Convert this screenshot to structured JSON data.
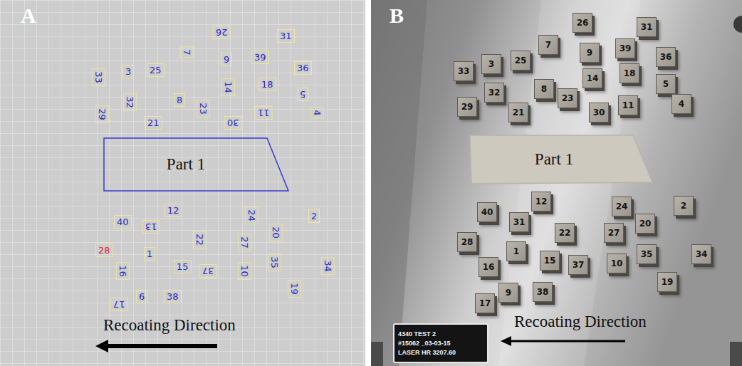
{
  "diagram": {
    "nodes": [
      {
        "text": [
          "Part 1"
        ]
      },
      {
        "text": [
          "26"
        ]
      },
      {
        "text": [
          "31"
        ]
      },
      {
        "text": [
          "7"
        ]
      },
      {
        "text": [
          "9"
        ]
      },
      {
        "text": [
          "39"
        ]
      },
      {
        "text": [
          "36"
        ]
      },
      {
        "text": [
          "33"
        ]
      },
      {
        "text": [
          "3"
        ]
      },
      {
        "text": [
          "25"
        ]
      },
      {
        "text": [
          "14"
        ]
      },
      {
        "text": [
          "18"
        ]
      },
      {
        "text": [
          "5"
        ]
      },
      {
        "text": [
          "8"
        ]
      },
      {
        "text": [
          "32"
        ]
      },
      {
        "text": [
          "23"
        ]
      },
      {
        "text": [
          "4"
        ]
      },
      {
        "text": [
          "29"
        ]
      },
      {
        "text": [
          "11"
        ]
      },
      {
        "text": [
          "21"
        ]
      },
      {
        "text": [
          "30"
        ]
      },
      {
        "text": [
          "Part 1"
        ]
      },
      {
        "text": [
          "24"
        ]
      },
      {
        "text": [
          "12"
        ]
      },
      {
        "text": [
          "2"
        ]
      },
      {
        "text": [
          "40"
        ]
      },
      {
        "text": [
          "31"
        ]
      },
      {
        "text": [
          "20"
        ]
      },
      {
        "text": [
          "22"
        ]
      },
      {
        "text": [
          "27"
        ]
      },
      {
        "text": [
          "28"
        ]
      },
      {
        "text": [
          "1"
        ]
      },
      {
        "text": [
          "35"
        ]
      },
      {
        "text": [
          "34"
        ]
      },
      {
        "text": [
          "15"
        ]
      },
      {
        "text": [
          "37"
        ]
      },
      {
        "text": [
          "10"
        ]
      },
      {
        "text": [
          "16"
        ]
      },
      {
        "text": [
          "19"
        ]
      },
      {
        "text": [
          "9"
        ]
      },
      {
        "text": [
          "38"
        ]
      },
      {
        "text": [
          "17"
        ]
      },
      {
        "text": [
          "4340 TEST 2",
          "#15062 _03-03-15",
          "LASER HR 3207.60"
        ]
      }
    ],
    "labels": [
      "A",
      "26",
      "31",
      "7",
      "9",
      "39",
      "33",
      "3",
      "25",
      "36",
      "14",
      "18",
      "8",
      "32",
      "23",
      "5",
      "29",
      "21",
      "30",
      "11",
      "4",
      "40",
      "12",
      "13",
      "24",
      "2",
      "22",
      "20",
      "27",
      "28",
      "1",
      "15",
      "37",
      "10",
      "35",
      "34",
      "16",
      "19",
      "9",
      "38",
      "17",
      "Recoating Direction",
      "B",
      "Recoating Direction"
    ]
  }
}
